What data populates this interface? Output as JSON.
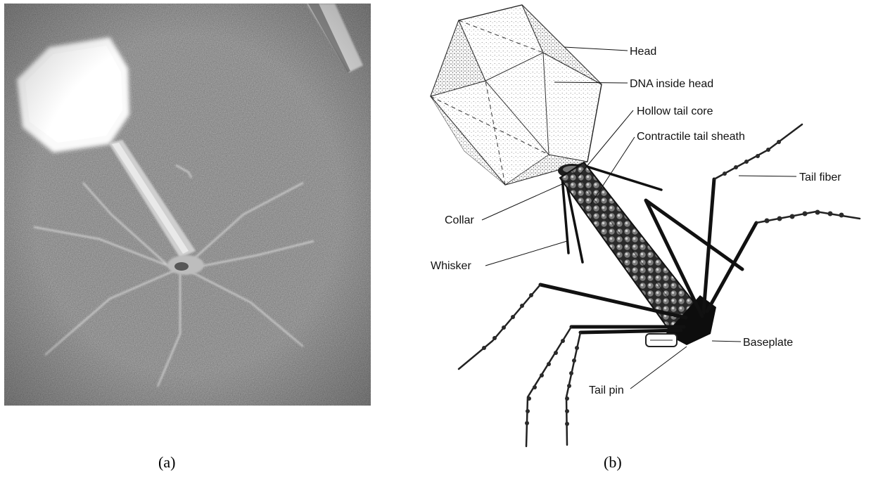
{
  "panel_a": {
    "caption": "(a)"
  },
  "panel_b": {
    "caption": "(b)",
    "labels": {
      "head": "Head",
      "dna": "DNA inside head",
      "core": "Hollow tail core",
      "sheath": "Contractile tail sheath",
      "fiber": "Tail fiber",
      "collar": "Collar",
      "whisker": "Whisker",
      "baseplate": "Baseplate",
      "pin": "Tail pin"
    }
  },
  "colors": {
    "micrograph_bg": "#8d8d8d",
    "ink": "#111111"
  }
}
